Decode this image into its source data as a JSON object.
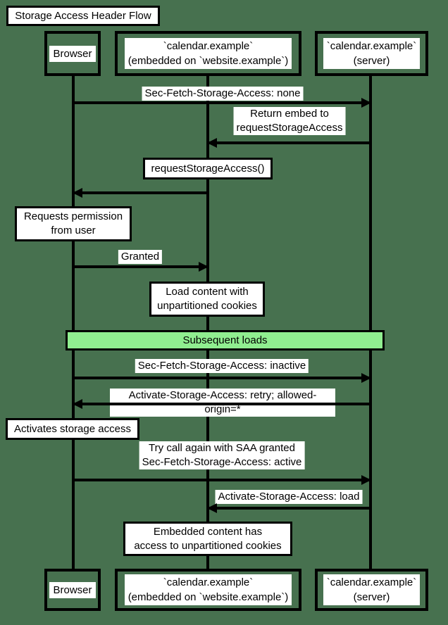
{
  "title": "Storage Access Header Flow",
  "colors": {
    "background": "#47714F",
    "band_fill": "#90EE90",
    "stroke": "#000000",
    "label_background": "#FFFFFF"
  },
  "actors": {
    "browser": "Browser",
    "embedded": "`calendar.example`\n(embedded on `website.example`)",
    "server": "`calendar.example`\n(server)"
  },
  "messages": {
    "sec_fetch_none": "Sec-Fetch-Storage-Access: none",
    "return_embed": "Return embed to\nrequestStorageAccess",
    "granted": "Granted",
    "sec_fetch_inactive": "Sec-Fetch-Storage-Access: inactive",
    "activate_retry": "Activate-Storage-Access: retry; allowed-origin=*",
    "try_again": "Try call again with SAA granted\nSec-Fetch-Storage-Access: active",
    "activate_load": "Activate-Storage-Access: load"
  },
  "notes": {
    "request_storage_access": "requestStorageAccess()",
    "requests_permission": "Requests permission\nfrom user",
    "load_content": "Load content with\nunpartitioned cookies",
    "activates_storage_access": "Activates storage access",
    "embedded_access": "Embedded content has\naccess to unpartitioned cookies"
  },
  "section": {
    "subsequent_loads": "Subsequent loads"
  }
}
